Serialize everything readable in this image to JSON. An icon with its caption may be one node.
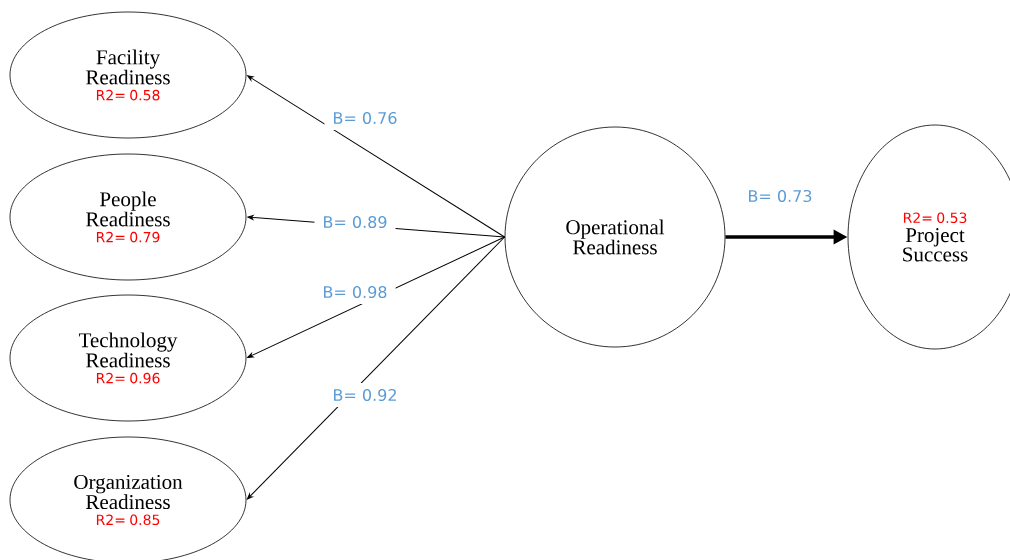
{
  "diagram": {
    "nodes": [
      {
        "text": [
          "Facility Readiness",
          "R2= 0.58"
        ]
      },
      {
        "text": [
          "People Readiness",
          "R2= 0.79"
        ]
      },
      {
        "text": [
          "Technology Readiness",
          "R2= 0.96"
        ]
      },
      {
        "text": [
          "Organization Readiness",
          "R2= 0.85"
        ]
      },
      {
        "text": [
          "Operational Readiness"
        ]
      },
      {
        "text": [
          "R2= 0.53",
          "Project Success"
        ]
      }
    ],
    "edges": [
      {
        "from": 4,
        "to": 0,
        "arrow": "to",
        "label": "B= 0.76"
      },
      {
        "from": 4,
        "to": 1,
        "arrow": "to",
        "label": "B= 0.89"
      },
      {
        "from": 4,
        "to": 2,
        "arrow": "to",
        "label": "B= 0.98"
      },
      {
        "from": 4,
        "to": 3,
        "arrow": "to",
        "label": "B= 0.92"
      },
      {
        "from": 4,
        "to": 5,
        "arrow": "to",
        "label": "B= 0.73",
        "style": "thick"
      }
    ]
  }
}
